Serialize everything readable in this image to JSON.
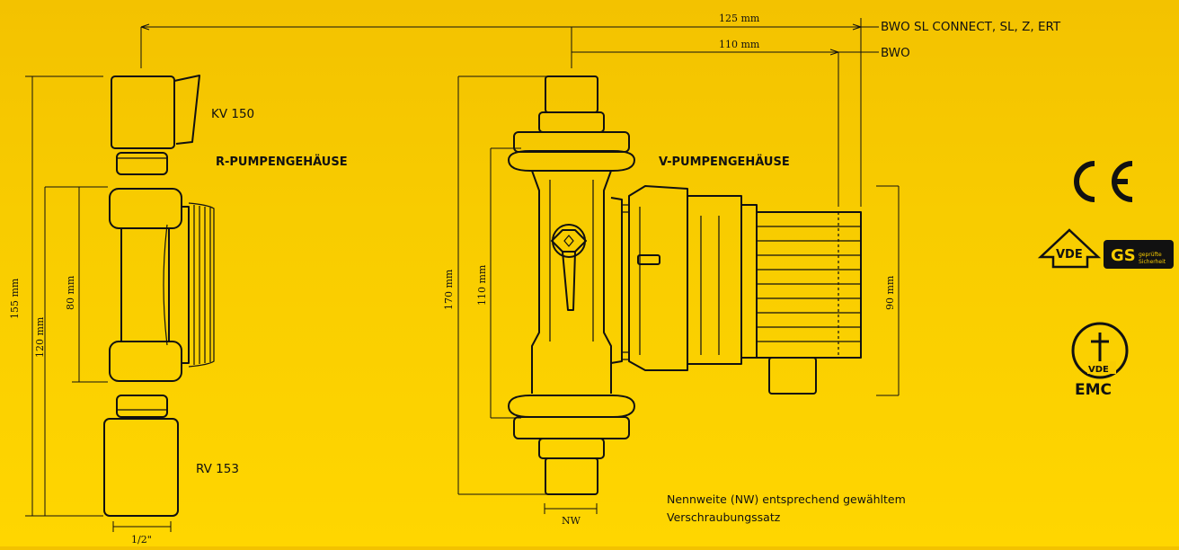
{
  "dimensions": {
    "top_125": "125 mm",
    "top_110": "110 mm",
    "left_155": "155 mm",
    "left_120": "120 mm",
    "left_80": "80 mm",
    "v_170": "170 mm",
    "v_110": "110 mm",
    "motor_90": "90 mm",
    "bottom_half_inch": "1/2\"",
    "nw": "NW"
  },
  "labels": {
    "model_top": "BWO SL CONNECT, SL, Z, ERT",
    "model_bottom": "BWO",
    "kv": "KV 150",
    "rv": "RV 153",
    "r_housing": "R-PUMPENGEHÄUSE",
    "v_housing": "V-PUMPENGEHÄUSE"
  },
  "note": {
    "line1": "Nennweite (NW) entsprechend gewähltem",
    "line2": "Verschraubungssatz"
  },
  "certifications": {
    "ce": "CE",
    "vde": "VDE",
    "gs": "GS",
    "gs_sub1": "geprüfte",
    "gs_sub2": "Sicherheit",
    "emc_vde": "VDE",
    "emc": "EMC"
  },
  "colors": {
    "background": "#F8CC00",
    "line": "#111111"
  }
}
